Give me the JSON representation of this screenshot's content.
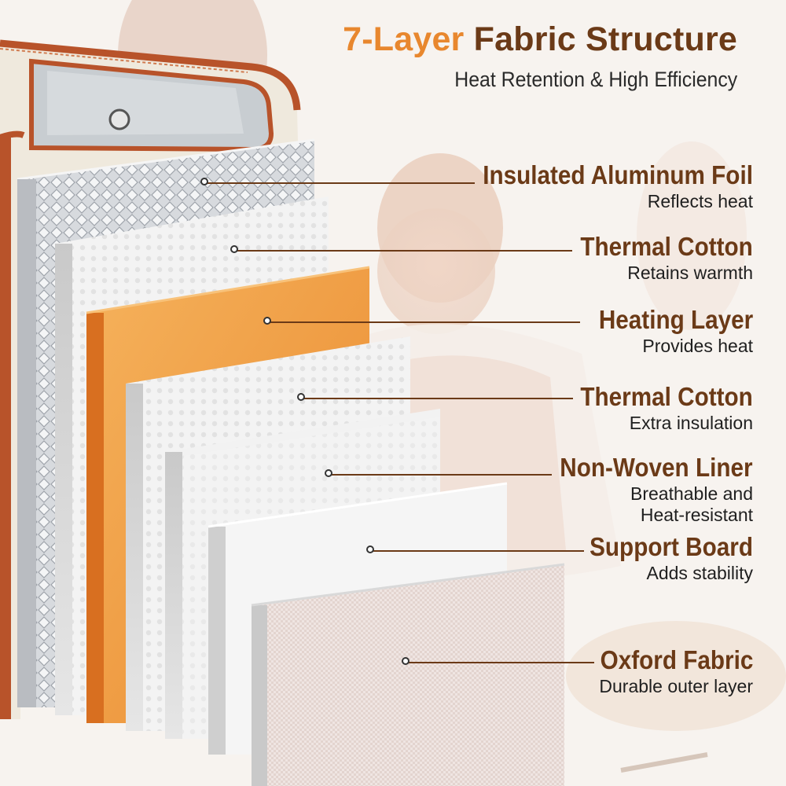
{
  "header": {
    "title_accent": "7-Layer",
    "title_main": "Fabric Structure",
    "subtitle": "Heat Retention & High Efficiency"
  },
  "layers": [
    {
      "name": "Insulated Aluminum Foil",
      "desc": "Reflects heat"
    },
    {
      "name": "Thermal Cotton",
      "desc": "Retains warmth"
    },
    {
      "name": "Heating Layer",
      "desc": "Provides heat"
    },
    {
      "name": "Thermal Cotton",
      "desc": "Extra insulation"
    },
    {
      "name": "Non-Woven Liner",
      "desc": "Breathable and\nHeat-resistant"
    },
    {
      "name": "Support Board",
      "desc": "Adds stability"
    },
    {
      "name": "Oxford Fabric",
      "desc": "Durable outer layer"
    }
  ],
  "colors": {
    "brown": "#6b3a17",
    "orange": "#e8872e",
    "zipper": "#b8532a",
    "foil": "#c9ccd1",
    "cotton": "#eeeeee",
    "heating": "#f1a046",
    "oxford": "#ece2df"
  }
}
